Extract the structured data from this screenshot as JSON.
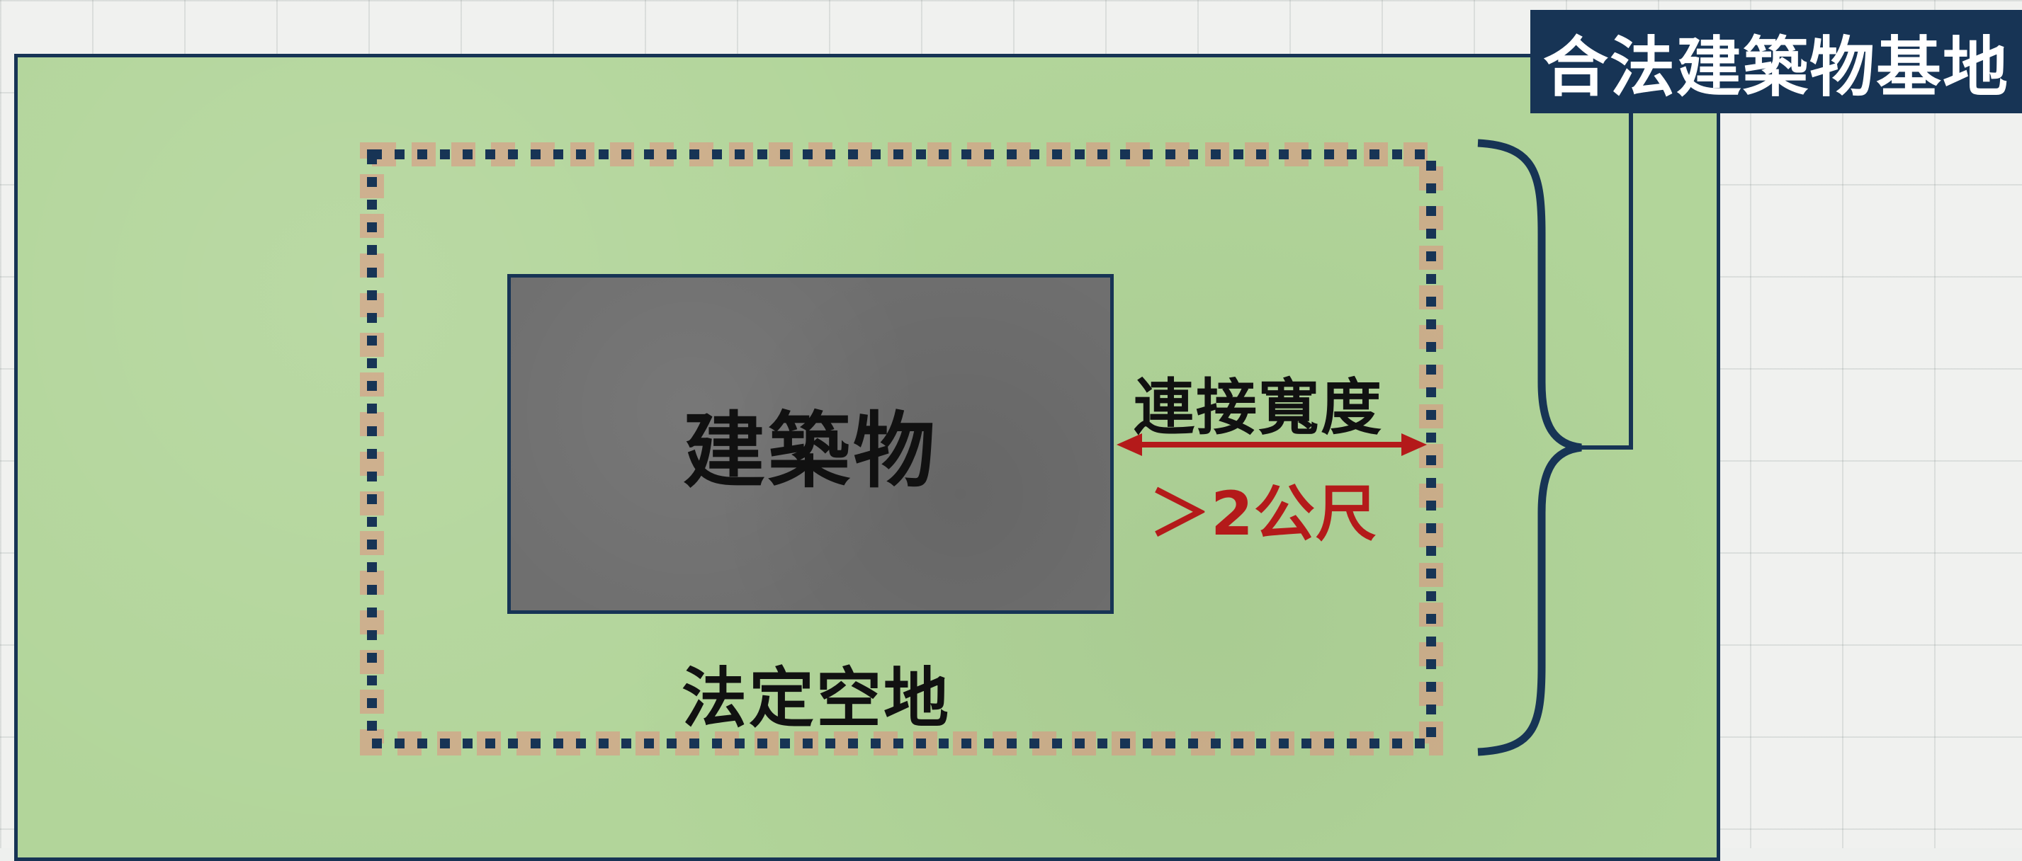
{
  "site": {
    "label": "合法建築物基地",
    "fill_color": "#b2d59a",
    "border_color": "#173455"
  },
  "building": {
    "label": "建築物",
    "fill_color": "#6f6f6f"
  },
  "connection": {
    "title": "連接寬度",
    "value": "＞2公尺",
    "arrow_color": "#b41a1a"
  },
  "open_space": {
    "label": "法定空地"
  },
  "legend_colors": {
    "dotted_boundary": "#173455",
    "highlight_glow": "#e08f7f"
  }
}
